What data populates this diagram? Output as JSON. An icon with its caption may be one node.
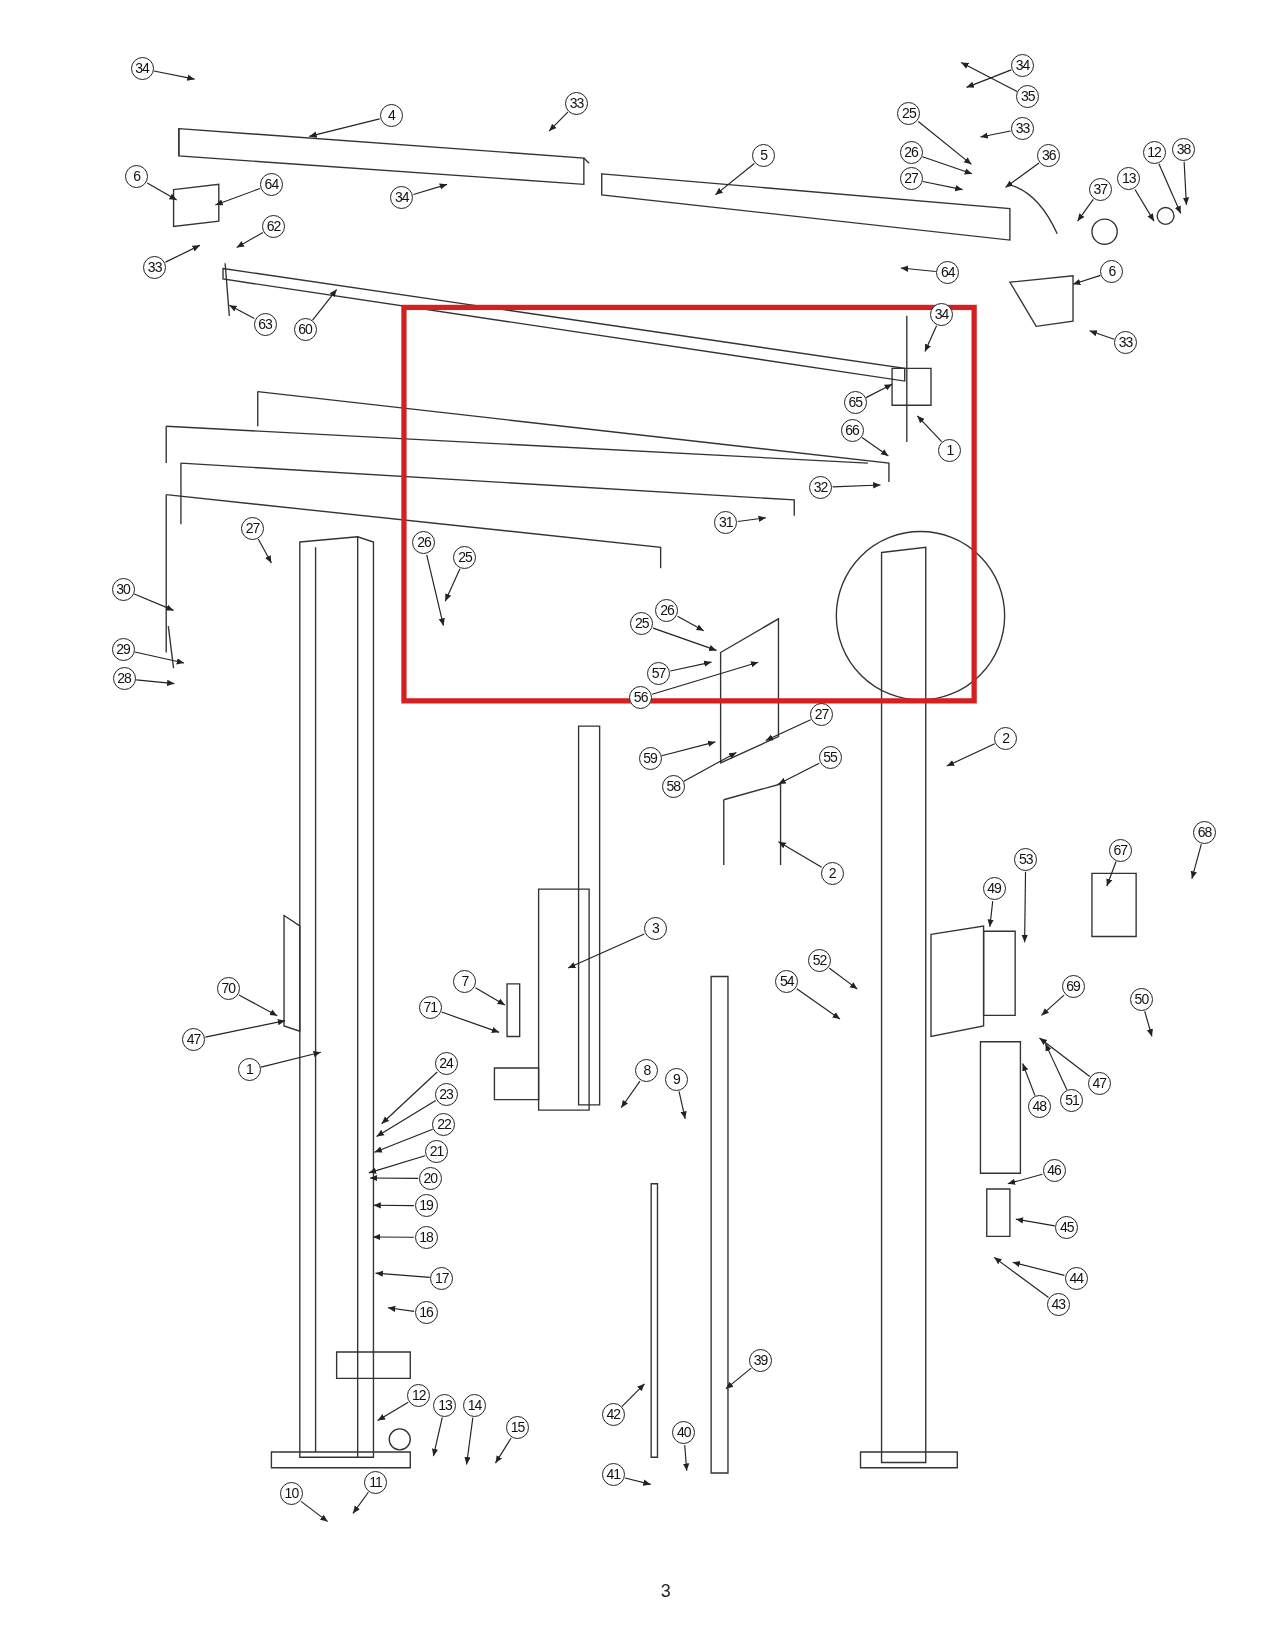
{
  "diagram": {
    "nodes": [
      {
        "text": [
          "34"
        ]
      },
      {
        "text": [
          "4"
        ]
      },
      {
        "text": [
          "33"
        ]
      },
      {
        "text": [
          "34"
        ]
      },
      {
        "text": [
          "5"
        ]
      },
      {
        "text": [
          "6"
        ]
      },
      {
        "text": [
          "64"
        ]
      },
      {
        "text": [
          "62"
        ]
      },
      {
        "text": [
          "33"
        ]
      },
      {
        "text": [
          "63"
        ]
      },
      {
        "text": [
          "60"
        ]
      },
      {
        "text": [
          "34"
        ]
      },
      {
        "text": [
          "35"
        ]
      },
      {
        "text": [
          "33"
        ]
      },
      {
        "text": [
          "25"
        ]
      },
      {
        "text": [
          "26"
        ]
      },
      {
        "text": [
          "27"
        ]
      },
      {
        "text": [
          "36"
        ]
      },
      {
        "text": [
          "37"
        ]
      },
      {
        "text": [
          "13"
        ]
      },
      {
        "text": [
          "12"
        ]
      },
      {
        "text": [
          "38"
        ]
      },
      {
        "text": [
          "6"
        ]
      },
      {
        "text": [
          "64"
        ]
      },
      {
        "text": [
          "34"
        ]
      },
      {
        "text": [
          "33"
        ]
      },
      {
        "text": [
          "65"
        ]
      },
      {
        "text": [
          "66"
        ]
      },
      {
        "text": [
          "1"
        ]
      },
      {
        "text": [
          "32"
        ]
      },
      {
        "text": [
          "31"
        ]
      },
      {
        "text": [
          "30"
        ]
      },
      {
        "text": [
          "29"
        ]
      },
      {
        "text": [
          "28"
        ]
      },
      {
        "text": [
          "27"
        ]
      },
      {
        "text": [
          "26"
        ]
      },
      {
        "text": [
          "25"
        ]
      },
      {
        "text": [
          "26"
        ]
      },
      {
        "text": [
          "25"
        ]
      },
      {
        "text": [
          "57"
        ]
      },
      {
        "text": [
          "56"
        ]
      },
      {
        "text": [
          "27"
        ]
      },
      {
        "text": [
          "59"
        ]
      },
      {
        "text": [
          "58"
        ]
      },
      {
        "text": [
          "55"
        ]
      },
      {
        "text": [
          "2"
        ]
      },
      {
        "text": [
          "2"
        ]
      },
      {
        "text": [
          "3"
        ]
      },
      {
        "text": [
          "7"
        ]
      },
      {
        "text": [
          "71"
        ]
      },
      {
        "text": [
          "70"
        ]
      },
      {
        "text": [
          "47"
        ]
      },
      {
        "text": [
          "1"
        ]
      },
      {
        "text": [
          "8"
        ]
      },
      {
        "text": [
          "9"
        ]
      },
      {
        "text": [
          "24"
        ]
      },
      {
        "text": [
          "23"
        ]
      },
      {
        "text": [
          "22"
        ]
      },
      {
        "text": [
          "21"
        ]
      },
      {
        "text": [
          "20"
        ]
      },
      {
        "text": [
          "19"
        ]
      },
      {
        "text": [
          "18"
        ]
      },
      {
        "text": [
          "17"
        ]
      },
      {
        "text": [
          "16"
        ]
      },
      {
        "text": [
          "12"
        ]
      },
      {
        "text": [
          "13"
        ]
      },
      {
        "text": [
          "14"
        ]
      },
      {
        "text": [
          "15"
        ]
      },
      {
        "text": [
          "11"
        ]
      },
      {
        "text": [
          "10"
        ]
      },
      {
        "text": [
          "39"
        ]
      },
      {
        "text": [
          "42"
        ]
      },
      {
        "text": [
          "40"
        ]
      },
      {
        "text": [
          "41"
        ]
      },
      {
        "text": [
          "67"
        ]
      },
      {
        "text": [
          "68"
        ]
      },
      {
        "text": [
          "53"
        ]
      },
      {
        "text": [
          "49"
        ]
      },
      {
        "text": [
          "52"
        ]
      },
      {
        "text": [
          "54"
        ]
      },
      {
        "text": [
          "69"
        ]
      },
      {
        "text": [
          "50"
        ]
      },
      {
        "text": [
          "47"
        ]
      },
      {
        "text": [
          "51"
        ]
      },
      {
        "text": [
          "48"
        ]
      },
      {
        "text": [
          "46"
        ]
      },
      {
        "text": [
          "45"
        ]
      },
      {
        "text": [
          "44"
        ]
      },
      {
        "text": [
          "43"
        ]
      }
    ],
    "edges": [
      {
        "from": 0,
        "to": null,
        "arrow": "to"
      },
      {
        "from": 1,
        "to": null,
        "arrow": "to"
      },
      {
        "from": 2,
        "to": null,
        "arrow": "to"
      },
      {
        "from": 3,
        "to": null,
        "arrow": "to"
      },
      {
        "from": 4,
        "to": null,
        "arrow": "to"
      },
      {
        "from": 5,
        "to": null,
        "arrow": "to"
      },
      {
        "from": 6,
        "to": null,
        "arrow": "to"
      },
      {
        "from": 7,
        "to": null,
        "arrow": "to"
      },
      {
        "from": 8,
        "to": null,
        "arrow": "to"
      },
      {
        "from": 9,
        "to": null,
        "arrow": "to"
      },
      {
        "from": 10,
        "to": null,
        "arrow": "to"
      },
      {
        "from": 11,
        "to": null,
        "arrow": "to"
      },
      {
        "from": 12,
        "to": null,
        "arrow": "to"
      },
      {
        "from": 13,
        "to": null,
        "arrow": "to"
      },
      {
        "from": 14,
        "to": null,
        "arrow": "to"
      },
      {
        "from": 15,
        "to": null,
        "arrow": "to"
      },
      {
        "from": 16,
        "to": null,
        "arrow": "to"
      },
      {
        "from": 17,
        "to": null,
        "arrow": "to"
      },
      {
        "from": 18,
        "to": null,
        "arrow": "to"
      },
      {
        "from": 19,
        "to": null,
        "arrow": "to"
      },
      {
        "from": 20,
        "to": null,
        "arrow": "to"
      },
      {
        "from": 21,
        "to": null,
        "arrow": "to"
      },
      {
        "from": 22,
        "to": null,
        "arrow": "to"
      },
      {
        "from": 23,
        "to": null,
        "arrow": "to"
      },
      {
        "from": 24,
        "to": null,
        "arrow": "to"
      },
      {
        "from": 25,
        "to": null,
        "arrow": "to"
      },
      {
        "from": 26,
        "to": null,
        "arrow": "to"
      },
      {
        "from": 27,
        "to": null,
        "arrow": "to"
      },
      {
        "from": 28,
        "to": null,
        "arrow": "to"
      },
      {
        "from": 29,
        "to": null,
        "arrow": "to"
      },
      {
        "from": 30,
        "to": null,
        "arrow": "to"
      },
      {
        "from": 31,
        "to": null,
        "arrow": "to"
      },
      {
        "from": 32,
        "to": null,
        "arrow": "to"
      },
      {
        "from": 33,
        "to": null,
        "arrow": "to"
      },
      {
        "from": 34,
        "to": null,
        "arrow": "to"
      },
      {
        "from": 35,
        "to": null,
        "arrow": "to"
      },
      {
        "from": 36,
        "to": null,
        "arrow": "to"
      },
      {
        "from": 37,
        "to": null,
        "arrow": "to"
      },
      {
        "from": 38,
        "to": null,
        "arrow": "to"
      },
      {
        "from": 39,
        "to": null,
        "arrow": "to"
      },
      {
        "from": 40,
        "to": null,
        "arrow": "to"
      },
      {
        "from": 41,
        "to": null,
        "arrow": "to"
      },
      {
        "from": 42,
        "to": null,
        "arrow": "to"
      },
      {
        "from": 43,
        "to": null,
        "arrow": "to"
      },
      {
        "from": 44,
        "to": null,
        "arrow": "to"
      },
      {
        "from": 45,
        "to": null,
        "arrow": "to"
      },
      {
        "from": 46,
        "to": null,
        "arrow": "to"
      },
      {
        "from": 47,
        "to": null,
        "arrow": "to"
      },
      {
        "from": 48,
        "to": null,
        "arrow": "to"
      },
      {
        "from": 49,
        "to": null,
        "arrow": "to"
      },
      {
        "from": 50,
        "to": null,
        "arrow": "to"
      },
      {
        "from": 51,
        "to": null,
        "arrow": "to"
      },
      {
        "from": 52,
        "to": null,
        "arrow": "to"
      },
      {
        "from": 53,
        "to": null,
        "arrow": "to"
      },
      {
        "from": 54,
        "to": null,
        "arrow": "to"
      },
      {
        "from": 55,
        "to": null,
        "arrow": "to"
      },
      {
        "from": 56,
        "to": null,
        "arrow": "to"
      },
      {
        "from": 57,
        "to": null,
        "arrow": "to"
      },
      {
        "from": 58,
        "to": null,
        "arrow": "to"
      },
      {
        "from": 59,
        "to": null,
        "arrow": "to"
      },
      {
        "from": 60,
        "to": null,
        "arrow": "to"
      },
      {
        "from": 61,
        "to": null,
        "arrow": "to"
      },
      {
        "from": 62,
        "to": null,
        "arrow": "to"
      },
      {
        "from": 63,
        "to": null,
        "arrow": "to"
      },
      {
        "from": 64,
        "to": null,
        "arrow": "to"
      },
      {
        "from": 65,
        "to": null,
        "arrow": "to"
      },
      {
        "from": 66,
        "to": null,
        "arrow": "to"
      },
      {
        "from": 67,
        "to": null,
        "arrow": "to"
      },
      {
        "from": 68,
        "to": null,
        "arrow": "to"
      },
      {
        "from": 69,
        "to": null,
        "arrow": "to"
      },
      {
        "from": 70,
        "to": null,
        "arrow": "to"
      },
      {
        "from": 71,
        "to": null,
        "arrow": "to"
      },
      {
        "from": 72,
        "to": null,
        "arrow": "to"
      },
      {
        "from": 73,
        "to": null,
        "arrow": "to"
      },
      {
        "from": 74,
        "to": null,
        "arrow": "to"
      },
      {
        "from": 75,
        "to": null,
        "arrow": "to"
      },
      {
        "from": 76,
        "to": null,
        "arrow": "to"
      },
      {
        "from": 77,
        "to": null,
        "arrow": "to"
      },
      {
        "from": 78,
        "to": null,
        "arrow": "to"
      },
      {
        "from": 79,
        "to": null,
        "arrow": "to"
      },
      {
        "from": 80,
        "to": null,
        "arrow": "to"
      },
      {
        "from": 81,
        "to": null,
        "arrow": "to"
      },
      {
        "from": 82,
        "to": null,
        "arrow": "to"
      },
      {
        "from": 83,
        "to": null,
        "arrow": "to"
      },
      {
        "from": 84,
        "to": null,
        "arrow": "to"
      },
      {
        "from": 85,
        "to": null,
        "arrow": "to"
      },
      {
        "from": 86,
        "to": null,
        "arrow": "to"
      },
      {
        "from": 87,
        "to": null,
        "arrow": "to"
      },
      {
        "from": 88,
        "to": null,
        "arrow": "to"
      }
    ],
    "labels": [
      "3"
    ]
  }
}
